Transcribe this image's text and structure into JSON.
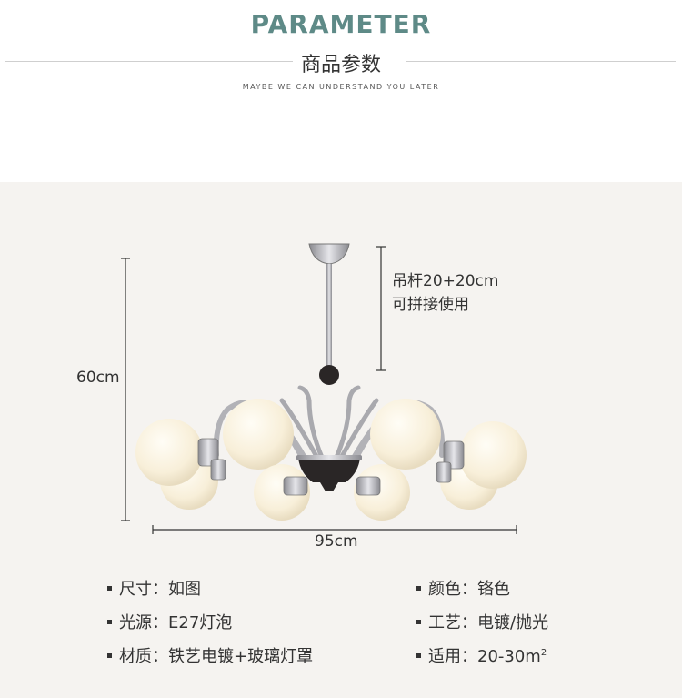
{
  "header": {
    "title": "PARAMETER",
    "subtitle": "商品参数",
    "tagline": "MAYBE WE CAN UNDERSTAND YOU LATER"
  },
  "dimensions": {
    "height": "60cm",
    "width": "95cm",
    "rod_line1": "吊杆20+20cm",
    "rod_line2": "可拼接使用"
  },
  "specs": {
    "size": "尺寸：如图",
    "light": "光源：E27灯泡",
    "material": "材质：铁艺电镀+玻璃灯罩",
    "color": "颜色：铬色",
    "craft": "工艺：电镀/抛光",
    "area_label": "适用：20-30m",
    "area_sup": "2"
  },
  "colors": {
    "title": "#5e8a87",
    "panel_bg": "#f5f3f0",
    "chrome": "#b9b9bd",
    "glass": "#fbf4e4"
  }
}
